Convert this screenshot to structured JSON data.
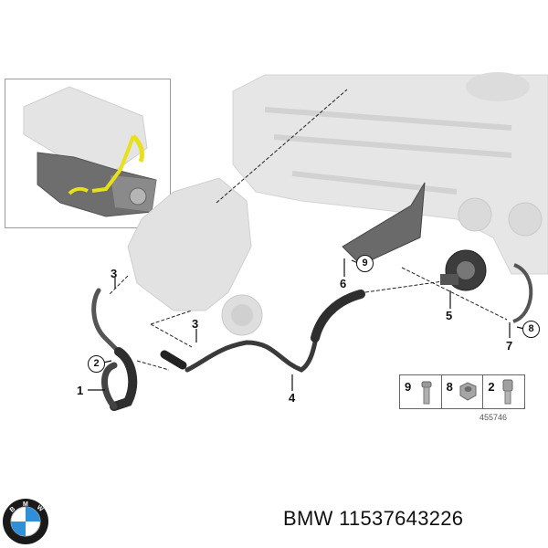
{
  "diagram": {
    "diagram_id": "455746",
    "callouts": [
      {
        "num": "1",
        "style": "plain"
      },
      {
        "num": "2",
        "style": "circled"
      },
      {
        "num": "3",
        "style": "plain"
      },
      {
        "num": "3",
        "style": "plain"
      },
      {
        "num": "4",
        "style": "plain"
      },
      {
        "num": "5",
        "style": "plain"
      },
      {
        "num": "6",
        "style": "plain"
      },
      {
        "num": "7",
        "style": "plain"
      },
      {
        "num": "8",
        "style": "circled"
      },
      {
        "num": "9",
        "style": "circled"
      }
    ],
    "parts_table": [
      {
        "num": "9",
        "part": "bolt"
      },
      {
        "num": "8",
        "part": "hex-nut"
      },
      {
        "num": "2",
        "part": "socket-cap-screw"
      }
    ],
    "colors": {
      "engine_block": "#e2e2e2",
      "hose": "#3a3a3a",
      "highlight": "#e8e01a"
    }
  },
  "footer": {
    "brand": "BMW",
    "part_number": "BMW 11537643226",
    "logo_letters": [
      "B",
      "M",
      "W"
    ]
  }
}
